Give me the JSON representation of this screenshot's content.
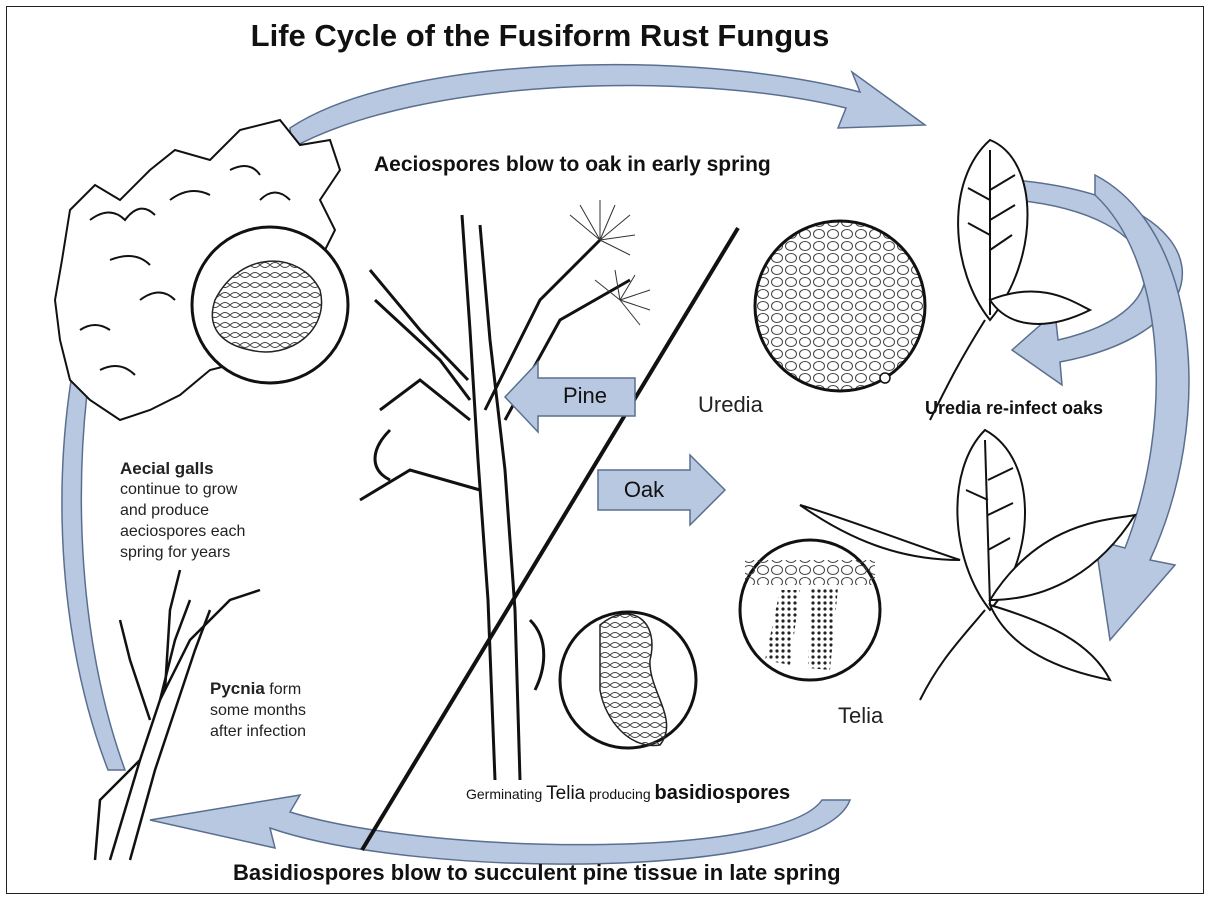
{
  "title": "Life Cycle of the Fusiform Rust Fungus",
  "captions": {
    "aeciospores": "Aeciospores blow to oak in early spring",
    "uredia_reinfect": "Uredia re-infect oaks",
    "basidiospores_blow": "Basidiospores blow to succulent pine tissue in late spring"
  },
  "labels": {
    "pine": "Pine",
    "oak": "Oak",
    "uredia": "Uredia",
    "telia": "Telia"
  },
  "aecial": {
    "title": "Aecial galls",
    "lines": [
      "continue to grow",
      "and produce",
      "aeciospores each",
      "spring for years"
    ]
  },
  "pycnia": {
    "title": "Pycnia",
    "line1_rest": " form",
    "lines": [
      "some months",
      "after infection"
    ]
  },
  "germinating": {
    "pre": "Germinating ",
    "telia": "Telia",
    "mid": " producing ",
    "basidiospores": "basidiospores"
  },
  "colors": {
    "arrow_fill": "#b8c8e0",
    "arrow_stroke": "#5a6f90",
    "line": "#111111"
  }
}
